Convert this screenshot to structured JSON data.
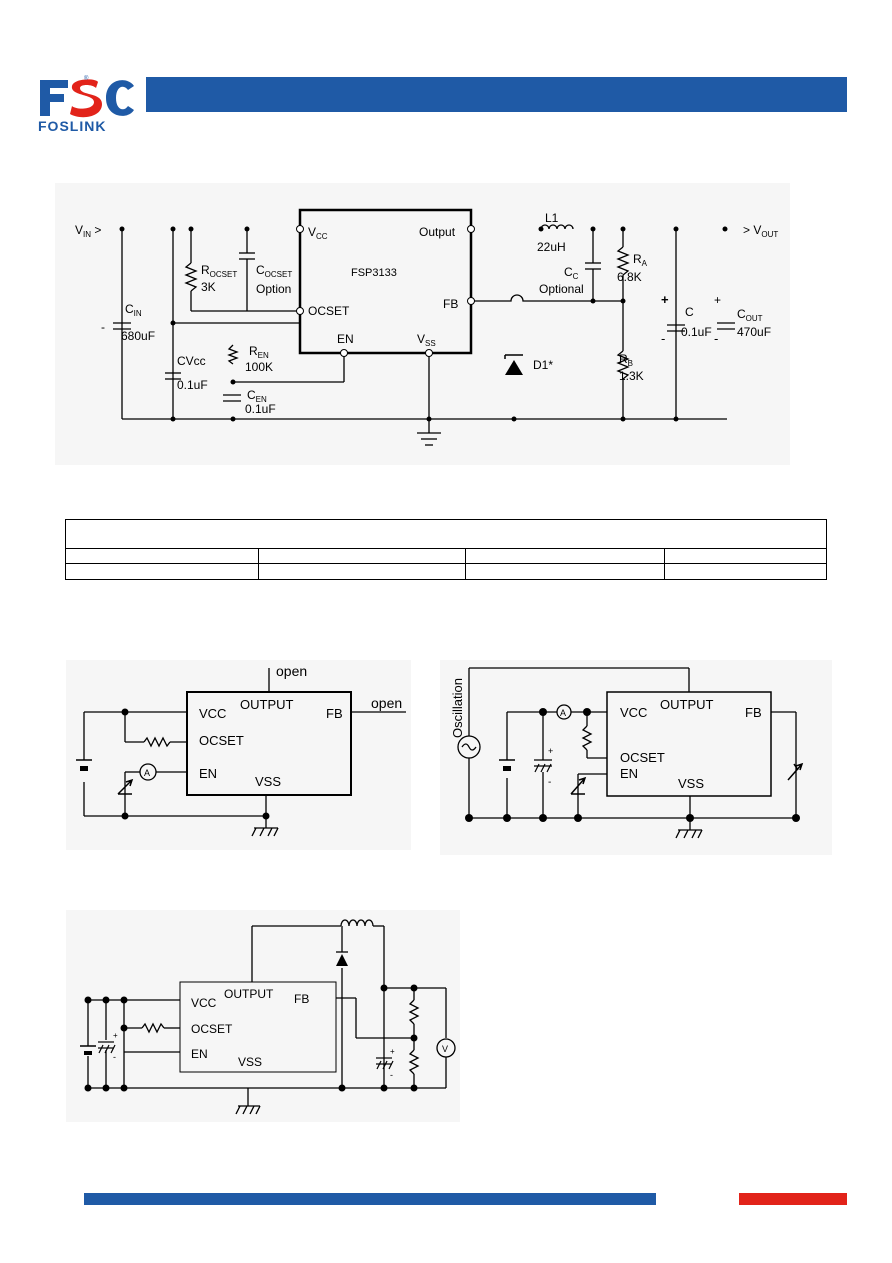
{
  "brand": {
    "logo_mark": "FSC",
    "logo_word": "FOSLINK",
    "colors": {
      "primary": "#1f5aa6",
      "accent": "#e2231a"
    }
  },
  "app_circuit": {
    "vin": "V",
    "vin_sub": "IN",
    "vout": "V",
    "vout_sub": "OUT",
    "chip": "FSP3133",
    "pins": {
      "vcc": "V",
      "vcc_sub": "CC",
      "output": "Output",
      "ocset": "OCSET",
      "fb": "FB",
      "en": "EN",
      "vss": "V",
      "vss_sub": "SS"
    },
    "cin": {
      "name": "C",
      "sub": "IN",
      "value": "680uF"
    },
    "cvcc": {
      "name": "CVcc",
      "value": "0.1uF"
    },
    "rocset": {
      "name": "R",
      "sub": "OCSET",
      "value": "3K"
    },
    "cocset": {
      "name": "C",
      "sub": "OCSET",
      "value": "Option"
    },
    "ren": {
      "name": "R",
      "sub": "EN",
      "value": "100K"
    },
    "cen": {
      "name": "C",
      "sub": "EN",
      "value": "0.1uF"
    },
    "l1": {
      "name": "L1",
      "value": "22uH"
    },
    "cc": {
      "name": "C",
      "sub": "C",
      "value": "Optional"
    },
    "ra": {
      "name": "R",
      "sub": "A",
      "value": "6.8K"
    },
    "rb": {
      "name": "R",
      "sub": "B",
      "value": "1.3K"
    },
    "c": {
      "name": "C",
      "value": "0.1uF"
    },
    "cout": {
      "name": "C",
      "sub": "OUT",
      "value": "470uF"
    },
    "d1": "D1*",
    "plus": "+",
    "minus": "-"
  },
  "test_circuit_1": {
    "pins": {
      "vcc": "VCC",
      "output": "OUTPUT",
      "fb": "FB",
      "ocset": "OCSET",
      "en": "EN",
      "vss": "VSS"
    },
    "open_top": "open",
    "open_right": "open",
    "ammeter": "A"
  },
  "test_circuit_2": {
    "pins": {
      "vcc": "VCC",
      "output": "OUTPUT",
      "fb": "FB",
      "ocset": "OCSET",
      "en": "EN",
      "vss": "VSS"
    },
    "oscillation": "Oscillation",
    "ammeter": "A",
    "plus": "+",
    "minus": "-"
  },
  "test_circuit_3": {
    "pins": {
      "vcc": "VCC",
      "output": "OUTPUT",
      "fb": "FB",
      "ocset": "OCSET",
      "en": "EN",
      "vss": "VSS"
    },
    "voltmeter": "V",
    "plus": "+",
    "minus": "-"
  }
}
